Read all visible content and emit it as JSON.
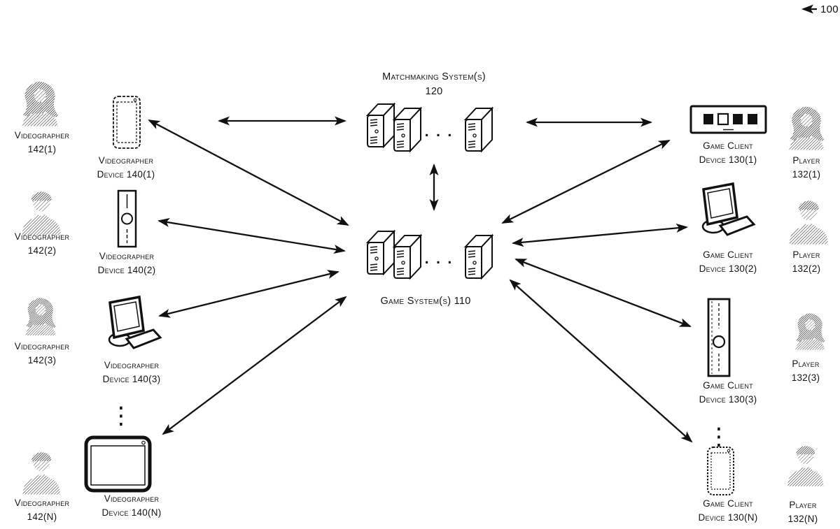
{
  "figure": {
    "reference_number": "100",
    "matchmaking_system": {
      "title": "Matchmaking System(s)",
      "ref": "120"
    },
    "game_system": {
      "label": "Game System(s) 110"
    },
    "server_ellipsis": ". . .",
    "vertical_ellipsis": "⋮"
  },
  "videographers": {
    "rows": [
      {
        "person": {
          "line1": "Videographer",
          "line2": "142(1)"
        },
        "device": {
          "line1": "Videographer",
          "line2": "Device 140(1)",
          "type": "smartphone"
        }
      },
      {
        "person": {
          "line1": "Videographer",
          "line2": "142(2)"
        },
        "device": {
          "line1": "Videographer",
          "line2": "Device 140(2)",
          "type": "game-console-vertical"
        }
      },
      {
        "person": {
          "line1": "Videographer",
          "line2": "142(3)"
        },
        "device": {
          "line1": "Videographer",
          "line2": "Device 140(3)",
          "type": "desktop-computer"
        }
      },
      {
        "person": {
          "line1": "Videographer",
          "line2": "142(N)"
        },
        "device": {
          "line1": "Videographer",
          "line2": "Device 140(N)",
          "type": "tablet"
        }
      }
    ]
  },
  "players": {
    "rows": [
      {
        "device": {
          "line1": "Game Client",
          "line2": "Device 130(1)",
          "type": "game-console-horizontal"
        },
        "person": {
          "line1": "Player",
          "line2": "132(1)"
        }
      },
      {
        "device": {
          "line1": "Game Client",
          "line2": "Device 130(2)",
          "type": "desktop-computer"
        },
        "person": {
          "line1": "Player",
          "line2": "132(2)"
        }
      },
      {
        "device": {
          "line1": "Game Client",
          "line2": "Device 130(3)",
          "type": "game-console-vertical"
        },
        "person": {
          "line1": "Player",
          "line2": "132(3)"
        }
      },
      {
        "device": {
          "line1": "Game Client",
          "line2": "Device 130(N)",
          "type": "smartphone"
        },
        "person": {
          "line1": "Player",
          "line2": "132(N)"
        }
      }
    ]
  },
  "colors": {
    "ink": "#111111",
    "background": "#ffffff"
  }
}
